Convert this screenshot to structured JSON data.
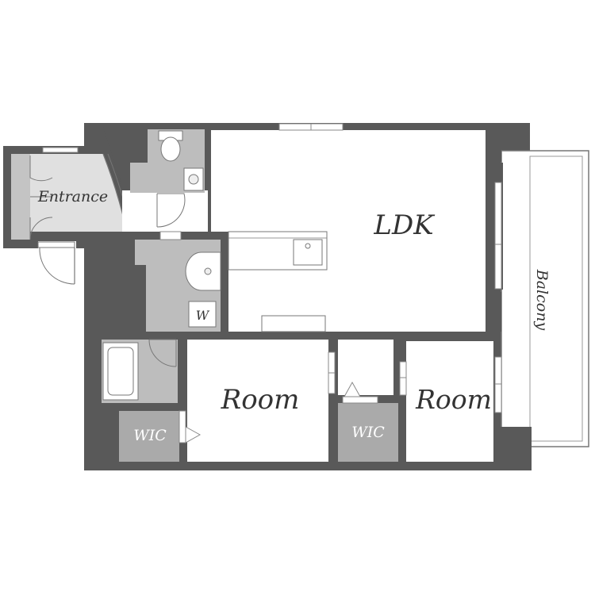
{
  "rooms": {
    "ldk": "LDK",
    "room_left": "Room",
    "room_right": "Room",
    "wic_left": "WIC",
    "wic_center": "WIC",
    "entrance": "Entrance",
    "balcony": "Balcony",
    "washer": "W"
  },
  "colors": {
    "wall": "#595959",
    "wet_area": "#bdbdbd",
    "entrance_floor": "#e0e0e0",
    "closet": "#aaaaaa",
    "room_floor": "#ffffff",
    "line": "#777777"
  }
}
